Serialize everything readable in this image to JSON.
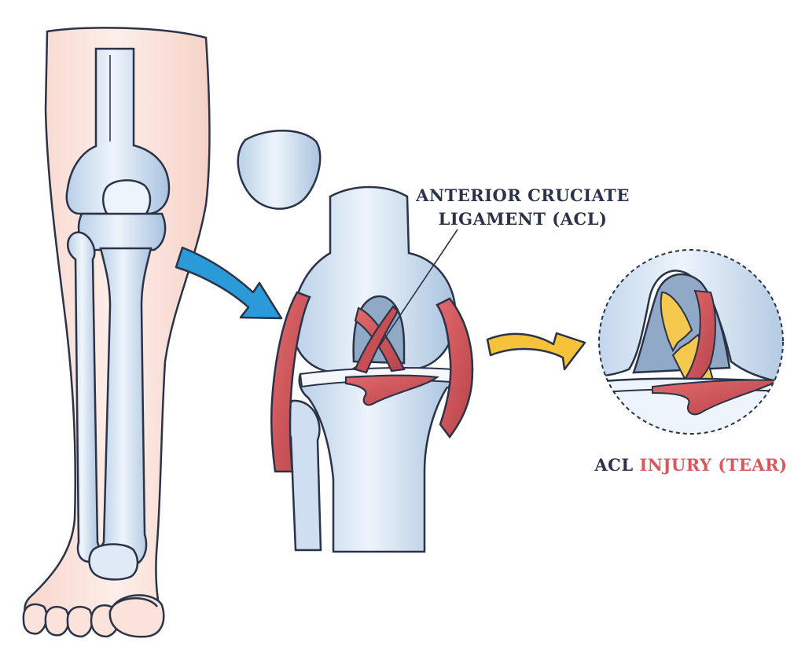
{
  "labels": {
    "acl_line1": "ANTERIOR CRUCIATE",
    "acl_line2": "LIGAMENT (ACL)",
    "injury_prefix": "ACL ",
    "injury_highlight": "INJURY (TEAR)"
  },
  "colors": {
    "outline": "#2a3347",
    "bone_light": "#eef4fb",
    "bone_mid": "#c9dbee",
    "bone_shadow": "#a9c3df",
    "skin": "#fbe3dc",
    "skin_dark": "#f3c9bd",
    "ligament": "#d85c60",
    "ligament_dark": "#b8434a",
    "torn_ligament": "#f4c94e",
    "arrow_blue": "#2a9bd8",
    "arrow_yellow": "#f5c23a",
    "label_dark": "#2a3347",
    "label_red": "#d9575b"
  },
  "icons": {
    "arrow1": "arrow-right-down-icon",
    "arrow2": "arrow-right-icon"
  }
}
